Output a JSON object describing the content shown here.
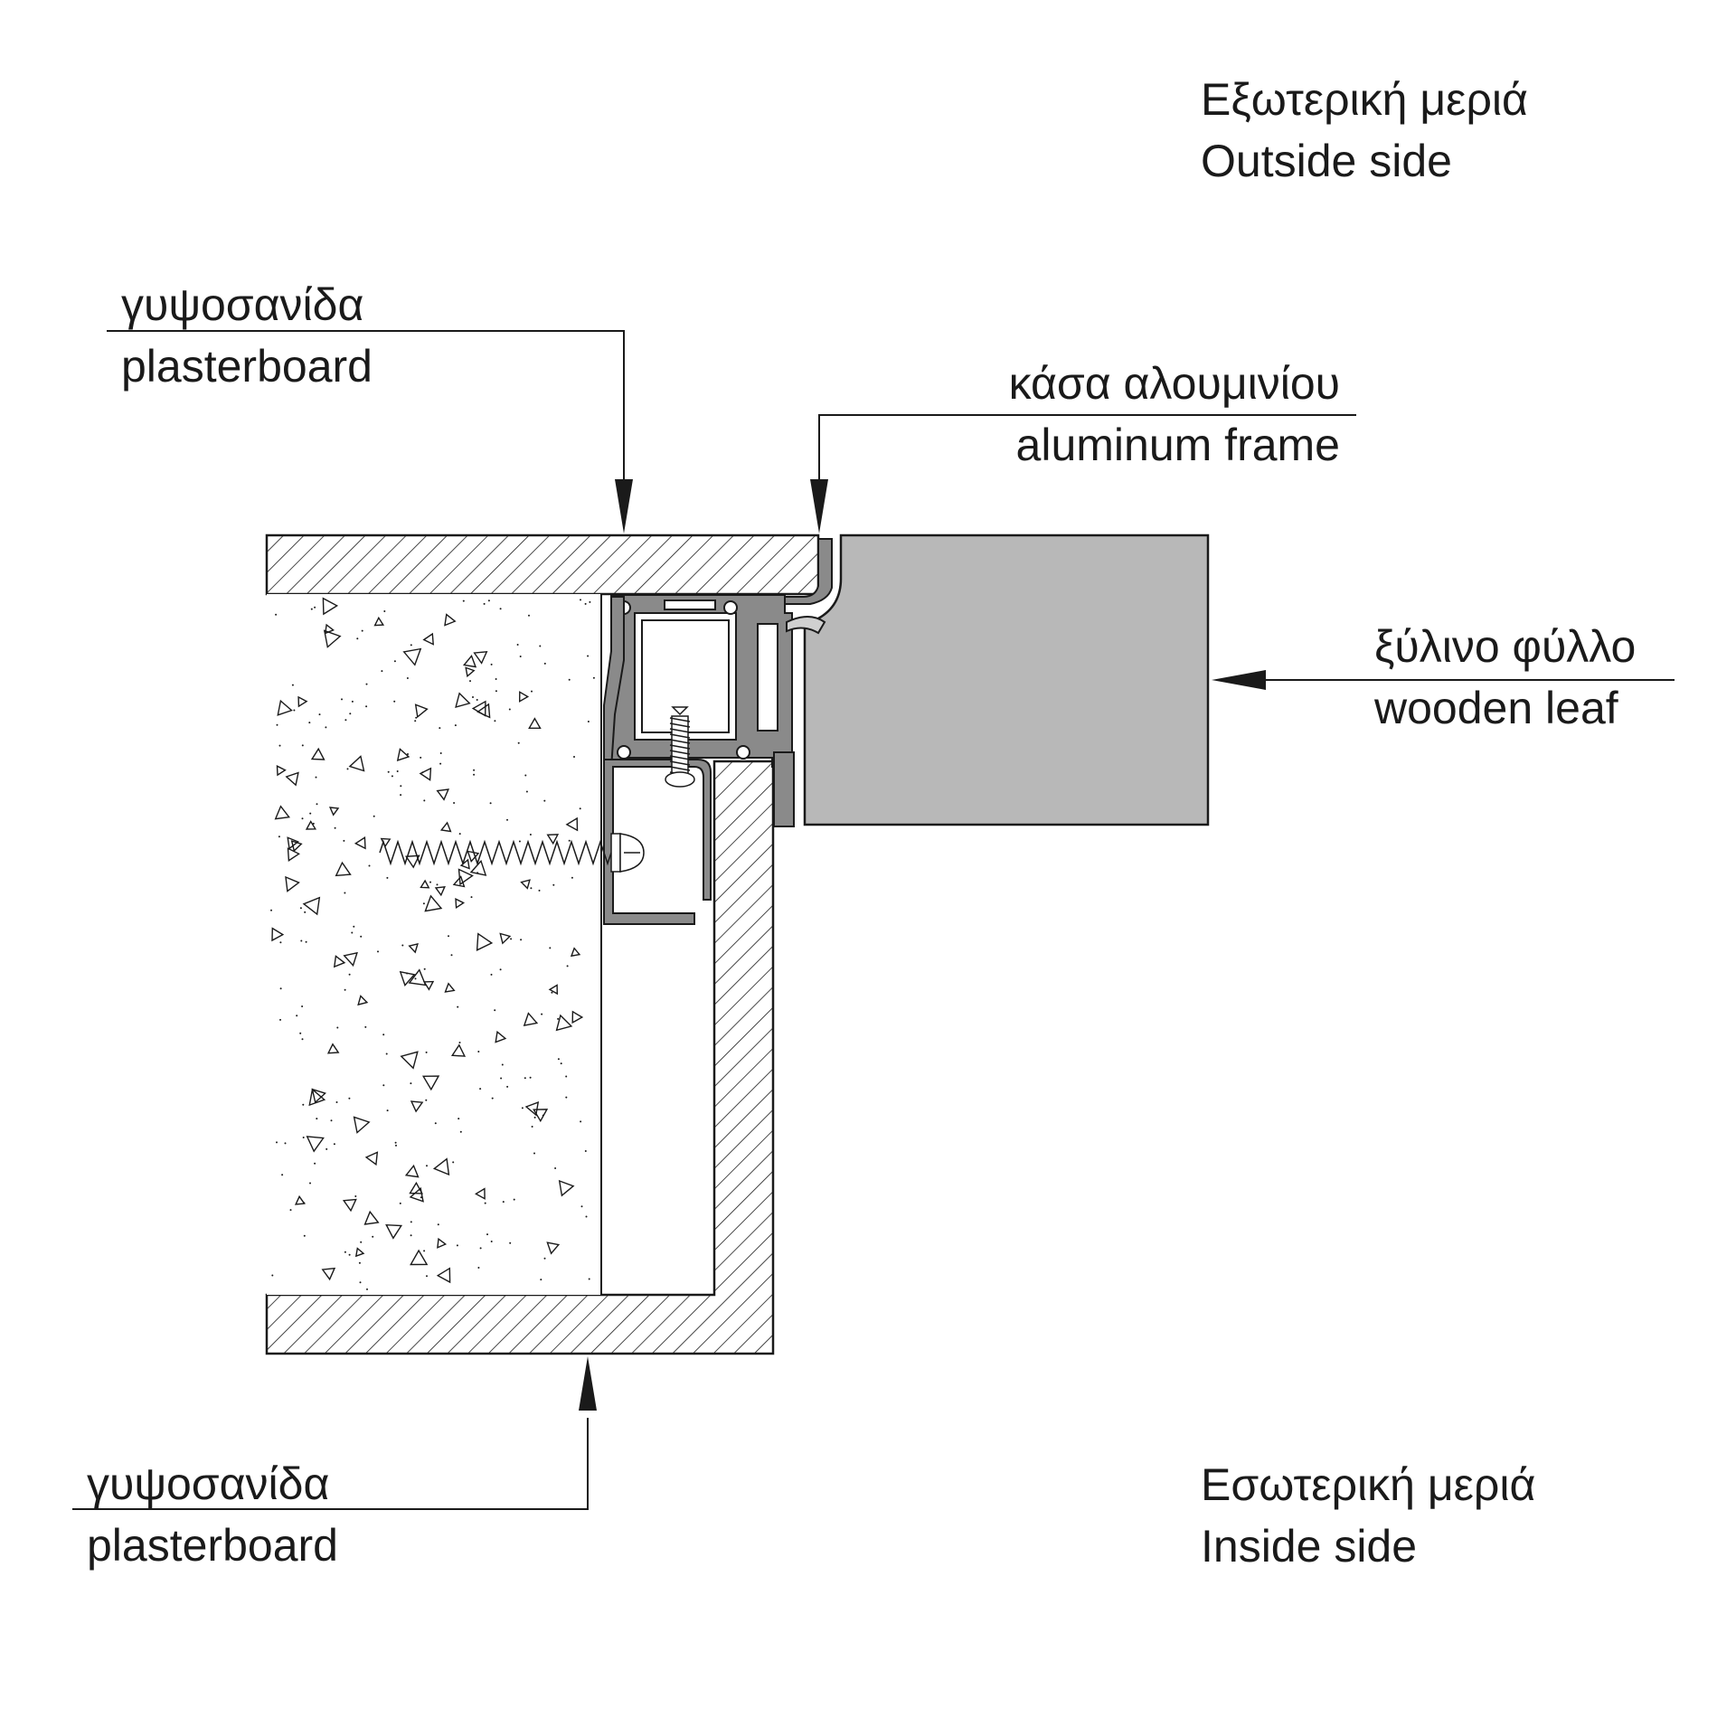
{
  "labels": {
    "outside": {
      "greek": "Εξωτερική μεριά",
      "english": "Outside side"
    },
    "inside": {
      "greek": "Εσωτερική μεριά",
      "english": "Inside side"
    },
    "plasterboard_top": {
      "greek": "γυψοσανίδα",
      "english": "plasterboard"
    },
    "plasterboard_bottom": {
      "greek": "γυψοσανίδα",
      "english": "plasterboard"
    },
    "aluminum_frame": {
      "greek": "κάσα αλουμινίου",
      "english": "aluminum frame"
    },
    "wooden_leaf": {
      "greek": "ξύλινο φύλλο",
      "english": "wooden leaf"
    }
  },
  "colors": {
    "line": "#1a1a1a",
    "aluminum": "#8a8a8a",
    "leaf": "#b8b8b8",
    "background": "#ffffff"
  }
}
